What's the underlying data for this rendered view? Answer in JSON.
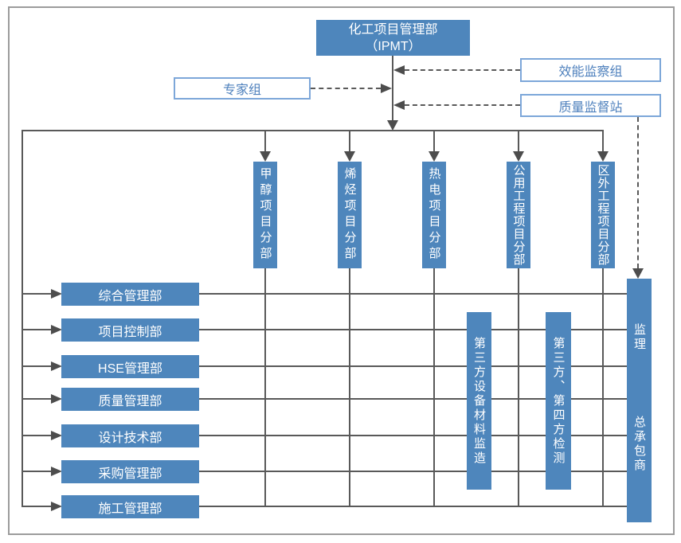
{
  "nodes": {
    "ipmt": {
      "line1": "化工项目管理部",
      "line2": "（IPMT）"
    },
    "expert_group": "专家组",
    "efficiency_group": "效能监察组",
    "quality_station": "质量监督站",
    "divisions": [
      "甲醇项目分部",
      "烯烃项目分部",
      "热电项目分部",
      "公用工程项目分部",
      "区外工程项目分部"
    ],
    "departments": [
      "综合管理部",
      "项目控制部",
      "HSE管理部",
      "质量管理部",
      "设计技术部",
      "采购管理部",
      "施工管理部"
    ],
    "third_party": [
      "第三方设备材料监造",
      "第三方、第四方检测"
    ],
    "contractor_column": {
      "upper": "监理",
      "lower": "总承包商"
    }
  },
  "colors": {
    "node_fill": "#4E86BC",
    "node_text": "#FFFFFF",
    "outline_border": "#7DA7D9",
    "outline_text": "#4F81BD",
    "connector": "#595959",
    "frame_border": "#9C9C9C"
  }
}
